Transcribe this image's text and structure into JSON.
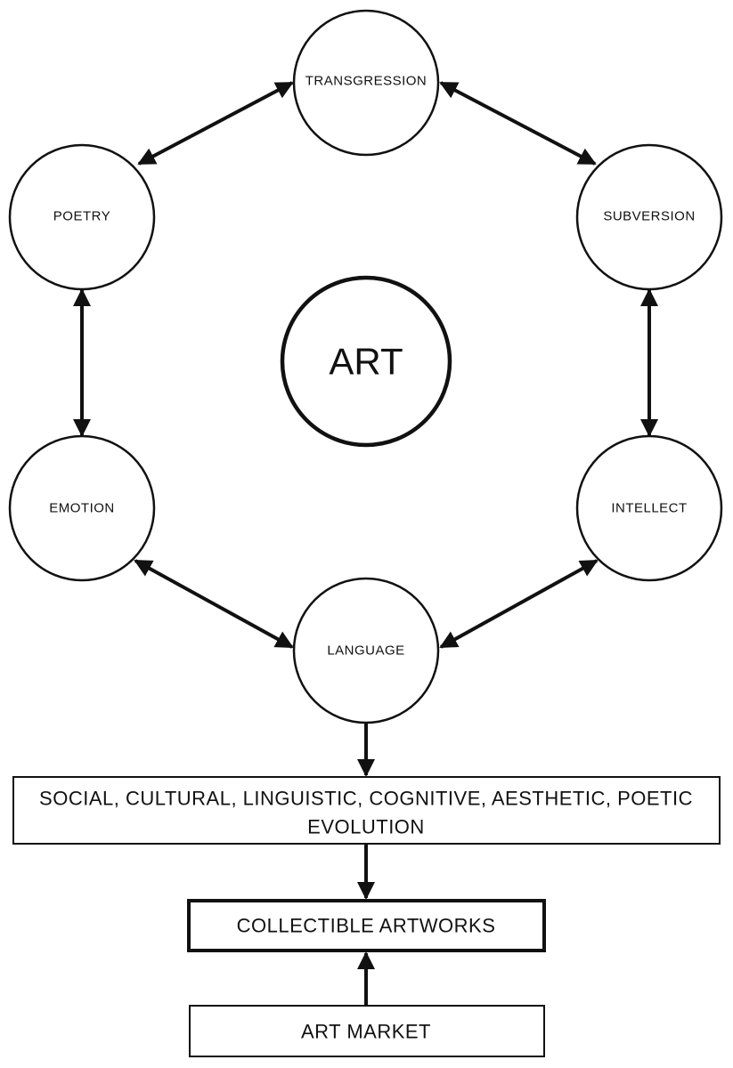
{
  "center": {
    "label": "ART"
  },
  "nodes": {
    "transgression": "TRANSGRESSION",
    "poetry": "POETRY",
    "subversion": "SUBVERSION",
    "emotion": "EMOTION",
    "intellect": "INTELLECT",
    "language": "LANGUAGE"
  },
  "boxes": {
    "evolution_line1": "SOCIAL, CULTURAL, LINGUISTIC, COGNITIVE, AESTHETIC, POETIC",
    "evolution_line2": "EVOLUTION",
    "collectible": "COLLECTIBLE ARTWORKS",
    "market": "ART MARKET"
  },
  "colors": {
    "stroke": "#111111",
    "background": "#ffffff"
  }
}
